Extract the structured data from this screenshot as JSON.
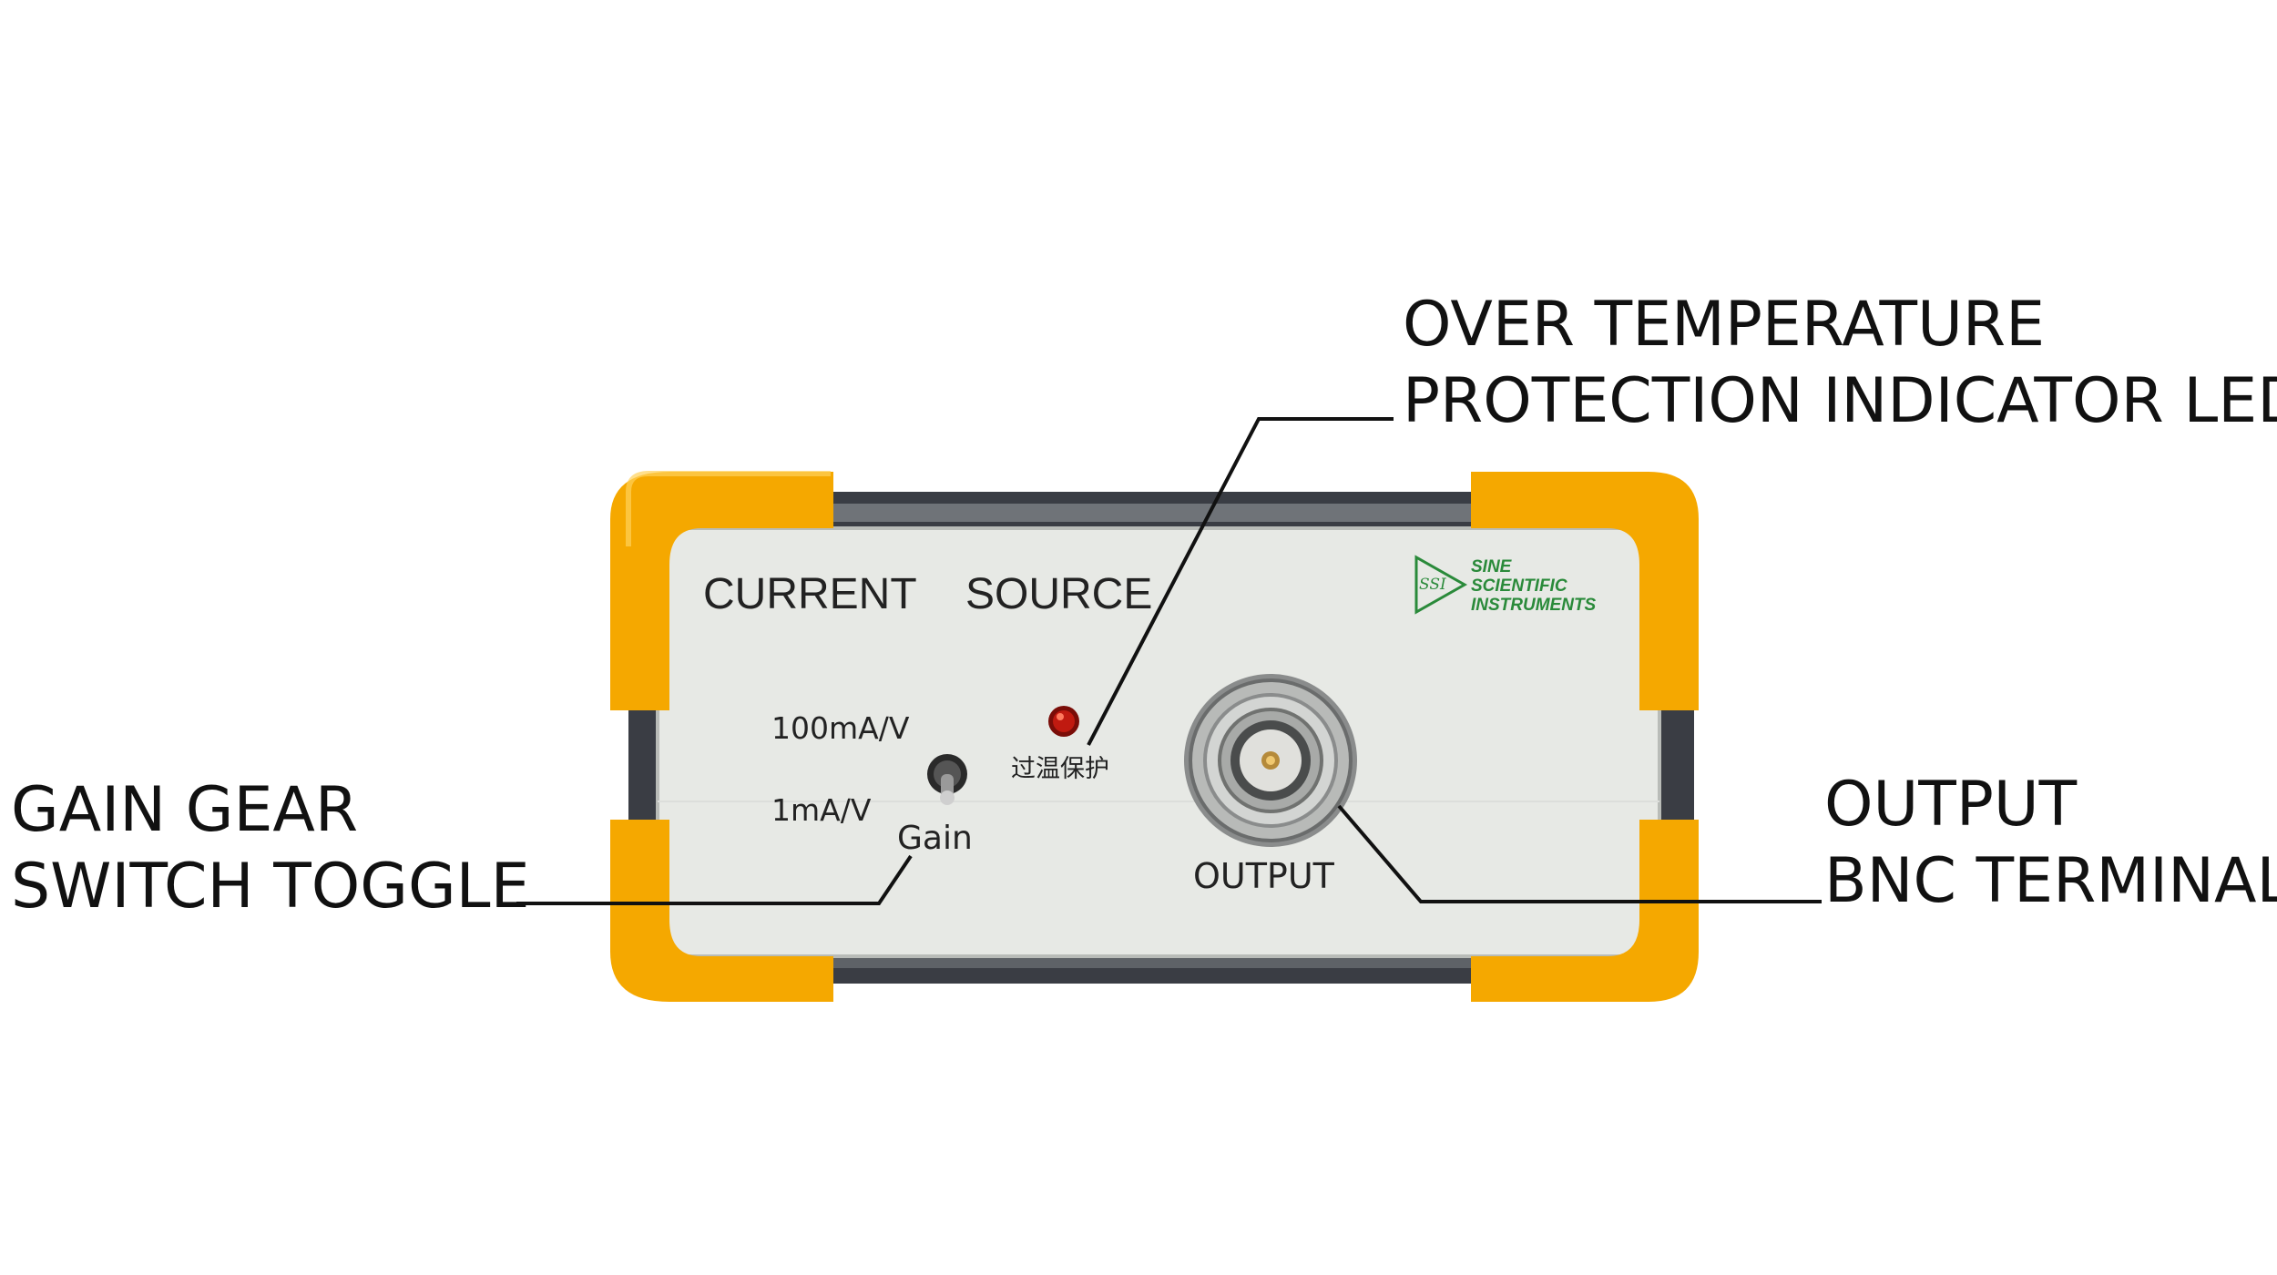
{
  "callouts": {
    "led": {
      "line1": "OVER TEMPERATURE",
      "line2": "PROTECTION INDICATOR LED"
    },
    "toggle": {
      "line1": "GAIN GEAR",
      "line2": "SWITCH TOGGLE"
    },
    "bnc": {
      "line1": "OUTPUT",
      "line2": "BNC TERMINAL"
    }
  },
  "panel": {
    "title_left": "CURRENT",
    "title_right": "SOURCE",
    "gain_high": "100mA/V",
    "gain_low": "1mA/V",
    "gain_label": "Gain",
    "led_label": "过温保护",
    "output_label": "OUTPUT",
    "logo": {
      "badge": "SSI",
      "line1": "SINE",
      "line2": "SCIENTIFIC",
      "line3": "INSTRUMENTS"
    }
  },
  "colors": {
    "bumper": "#f5a800",
    "body": "#3a3d44",
    "faceplate": "#e7e9e5",
    "led": "#c01a10",
    "logo": "#2a8a3a"
  }
}
